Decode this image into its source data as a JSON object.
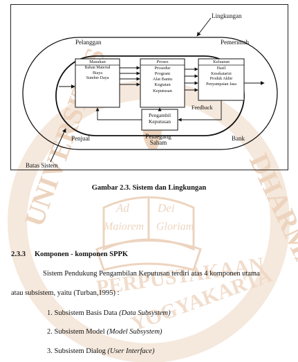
{
  "figure": {
    "labels": {
      "lingkungan": "Lingkungan",
      "pelanggan": "Pelanggan",
      "pemerintah": "Pemerintah",
      "penjual": "Penjual",
      "pemegang_saham": "Pemegang\nSaham",
      "bank": "Bank",
      "batas_sistem": "Batas Sistem",
      "feedback": "Feedback"
    },
    "boxes": {
      "masukan": {
        "title": "Masukan",
        "items": [
          "Bahan Material",
          "Biaya",
          "Sumber Daya"
        ]
      },
      "proses": {
        "title": "Proses",
        "items": [
          "Prosedur",
          "Program",
          "Alat Bantu",
          "Kegiatan",
          "Keputusan"
        ]
      },
      "keluaran": {
        "title": "Keluaran",
        "items": [
          "Hasil",
          "Kesekatarisi",
          "Produk Akhir",
          "Penyampaian Jasa"
        ]
      },
      "pengambil": {
        "items": [
          "Pengambil",
          "Keputusan"
        ]
      }
    }
  },
  "caption": "Gambar 2.3. Sistem dan Lingkungan",
  "section": {
    "number": "2.3.3",
    "title": "Komponen - komponen SPPK"
  },
  "paragraph": {
    "line1": "Sistem Pendukung Pengambilan Keputusan terdiri atas 4 komponen utama",
    "line2": "atau subsistem, yaitu (Turban,1995) :"
  },
  "list": [
    {
      "text": "1. Subsistem Basis Data ",
      "italic": "(Data Subsystem)"
    },
    {
      "text": "2. Subsistem Model ",
      "italic": "(Model Subsystem)"
    },
    {
      "text": "3. Subsistem Dialog ",
      "italic": "(User Interface)"
    }
  ],
  "watermark": {
    "color": "#c97b3a",
    "motto_lines": [
      "Ad",
      "Dei",
      "Maiorem",
      "Gloriam"
    ]
  }
}
